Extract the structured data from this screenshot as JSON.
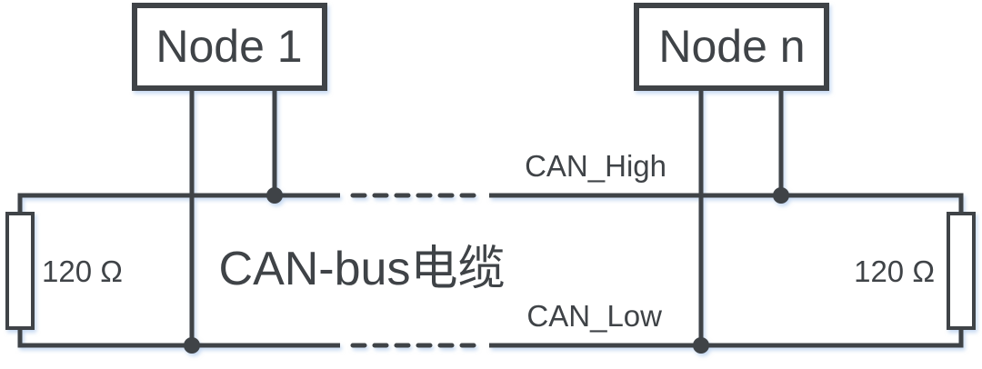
{
  "diagram": {
    "nodes": [
      {
        "label": "Node 1"
      },
      {
        "label": "Node n"
      }
    ],
    "bus": {
      "high_label": "CAN_High",
      "low_label": "CAN_Low",
      "cable_label": "CAN-bus电缆"
    },
    "terminators": [
      {
        "value": "120 Ω"
      },
      {
        "value": "120 Ω"
      }
    ],
    "colors": {
      "line": "#3f4347",
      "text": "#3f4347",
      "background": "#ffffff",
      "shadow": "#99bbe8"
    }
  }
}
